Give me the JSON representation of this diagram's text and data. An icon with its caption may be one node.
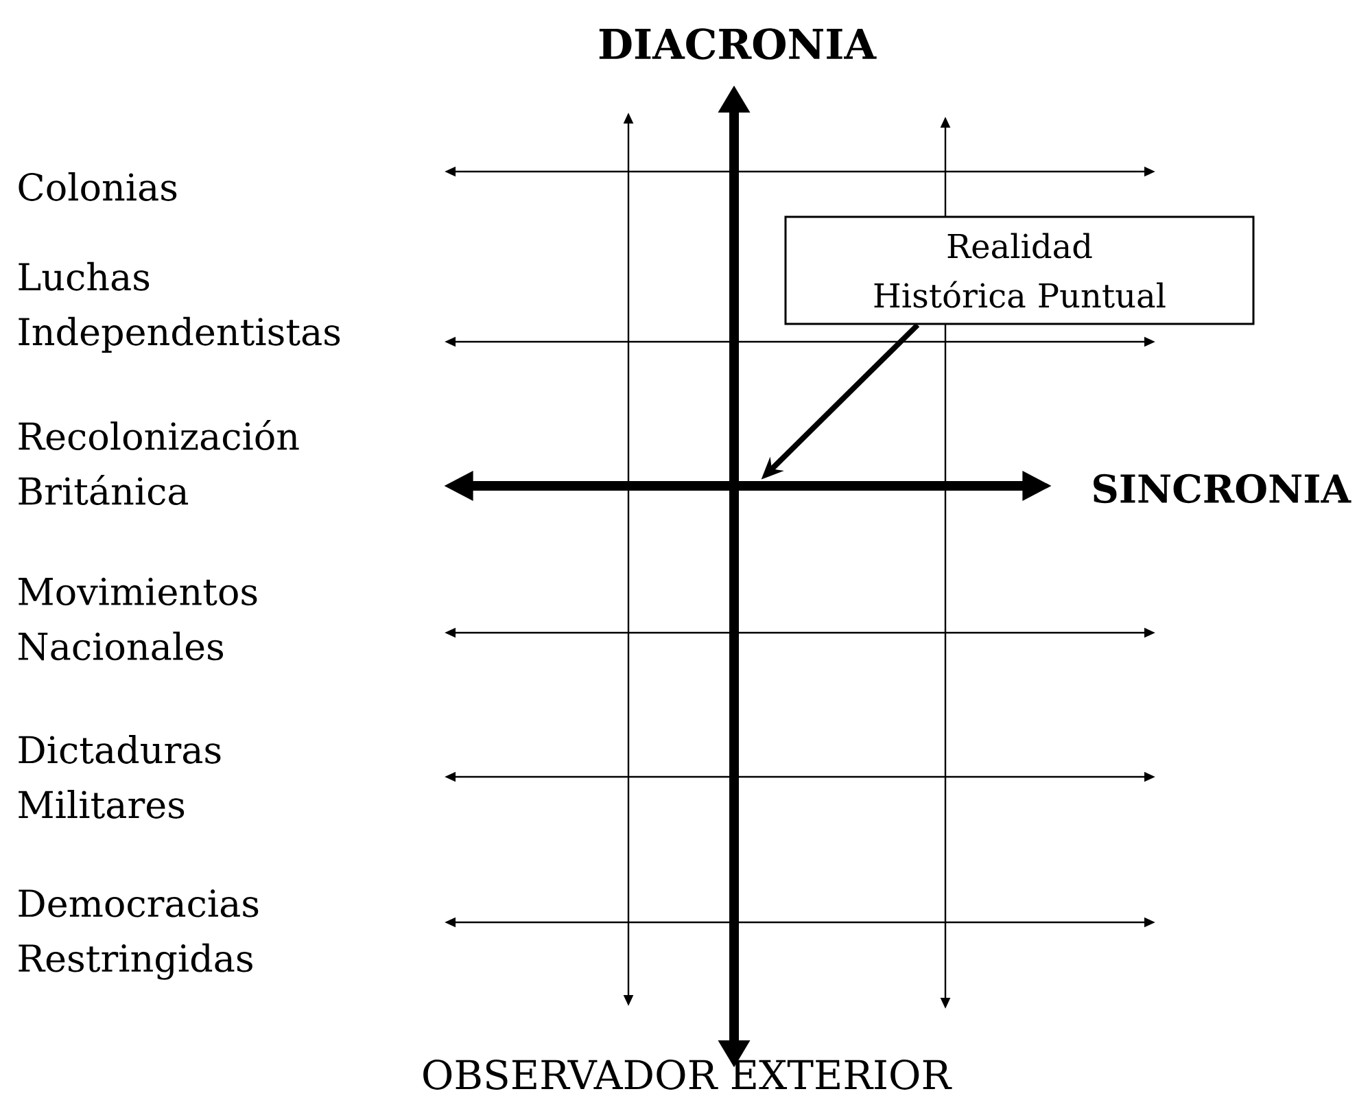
{
  "diagram": {
    "nodes": [
      {
        "text": [
          "Realidad Histórica Puntual"
        ]
      },
      {
        "text": [],
        "shape": "arrow"
      }
    ],
    "edges": [
      {
        "from": 0,
        "to": 1,
        "arrow": "to"
      }
    ],
    "labels": [
      "DIACRONIA",
      "Colonias",
      "Luchas Independentistas",
      "Recolonización Británica",
      "SINCRONIA",
      "Movimientos Nacionales",
      "Dictaduras Militares",
      "Democracias Restringidas",
      "OBSERVADOR EXTERIOR"
    ]
  }
}
